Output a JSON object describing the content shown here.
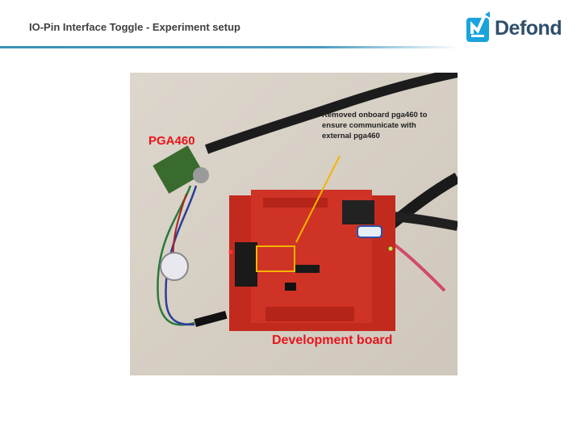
{
  "header": {
    "title": "IO-Pin Interface Toggle - Experiment setup"
  },
  "logo": {
    "text": "Defond",
    "color": "#1aa3dc"
  },
  "figure": {
    "labels": {
      "sensor": "PGA460",
      "note_lines": [
        "Removed onboard pga460 to",
        "ensure communicate with",
        "external pga460"
      ],
      "board": "Development board"
    },
    "colors": {
      "label_red": "#e8141c",
      "highlight": "#f5b400",
      "board": "#c8281e"
    }
  }
}
